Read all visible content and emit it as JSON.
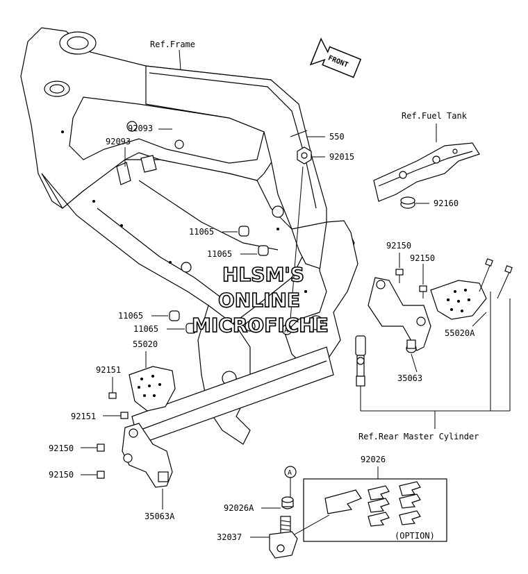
{
  "labels": {
    "ref_frame": "Ref.Frame",
    "front": "FRONT",
    "ref_fuel_tank": "Ref.Fuel Tank",
    "p550": "550",
    "p92015": "92015",
    "p92093_a": "92093",
    "p92093_b": "92093",
    "p92160": "92160",
    "p11065_a": "11065",
    "p11065_b": "11065",
    "p11065_c": "11065",
    "p11065_d": "11065",
    "p92150_r1": "92150",
    "p92150_r2": "92150",
    "p55020A": "55020A",
    "p35063": "35063",
    "p55020": "55020",
    "p92151_a": "92151",
    "p92151_b": "92151",
    "p92150_l1": "92150",
    "p92150_l2": "92150",
    "p35063A": "35063A",
    "ref_rear_master": "Ref.Rear Master Cylinder",
    "p92026": "92026",
    "p92026A": "92026A",
    "p32037": "32037",
    "option": "(OPTION)",
    "ref_a1": "A",
    "ref_a2": "A"
  },
  "watermark": {
    "line1": "HLSM'S",
    "line2": "ONLINE",
    "line3": "MICROFICHE"
  }
}
